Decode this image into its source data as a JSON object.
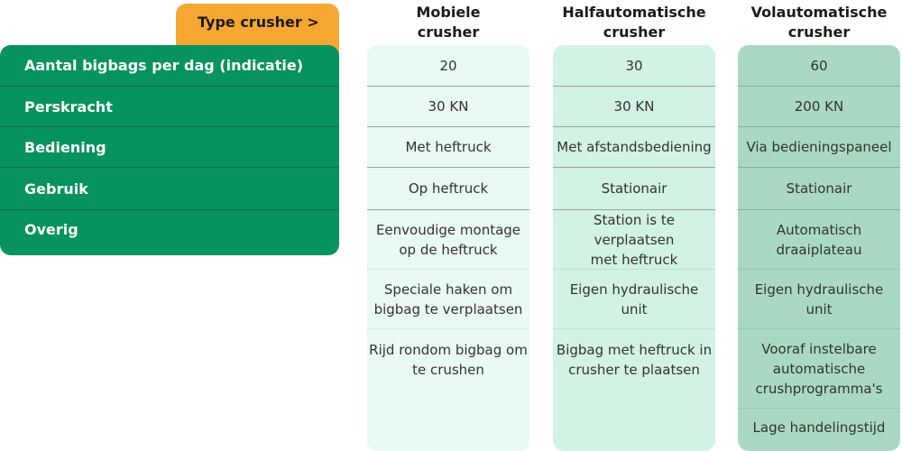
{
  "header": {
    "corner_label": "Type crusher >"
  },
  "colors": {
    "label_green": "#07935f",
    "tab_orange": "#f5a732",
    "col1_bg": "#e8faf2",
    "col2_bg": "#d2f2e3",
    "col3_bg": "#a9d9c3"
  },
  "row_labels": [
    "Aantal bigbags per dag (indicatie)",
    "Perskracht",
    "Bediening",
    "Gebruik",
    "Overig"
  ],
  "columns": [
    {
      "title_line1": "Mobiele",
      "title_line2": "crusher",
      "cells": [
        "20",
        "30 KN",
        "Met heftruck",
        "Op heftruck"
      ],
      "extra": [
        {
          "l1": "Eenvoudige montage",
          "l2": "op de heftruck"
        },
        {
          "l1": "Speciale haken om",
          "l2": "bigbag te verplaatsen"
        },
        {
          "l1": "Rijd rondom bigbag om",
          "l2": "te crushen"
        }
      ]
    },
    {
      "title_line1": "Halfautomatische",
      "title_line2": "crusher",
      "cells": [
        "30",
        "30 KN",
        "Met afstandsbediening",
        "Stationair"
      ],
      "extra": [
        {
          "l1": "Station is te verplaatsen",
          "l2": "met heftruck"
        },
        {
          "l1": "Eigen hydraulische unit",
          "l2": ""
        },
        {
          "l1": "Bigbag met heftruck in",
          "l2": "crusher te plaatsen"
        }
      ]
    },
    {
      "title_line1": "Volautomatische",
      "title_line2": "crusher",
      "cells": [
        "60",
        "200 KN",
        "Via bedieningspaneel",
        "Stationair"
      ],
      "extra": [
        {
          "l1": "Automatisch",
          "l2": "draaiplateau"
        },
        {
          "l1": "Eigen hydraulische unit",
          "l2": ""
        },
        {
          "l1": "Vooraf instelbare",
          "l2": "automatische",
          "l3": "crushprogramma's"
        },
        {
          "l1": "Lage handelingstijd",
          "l2": ""
        }
      ]
    }
  ]
}
